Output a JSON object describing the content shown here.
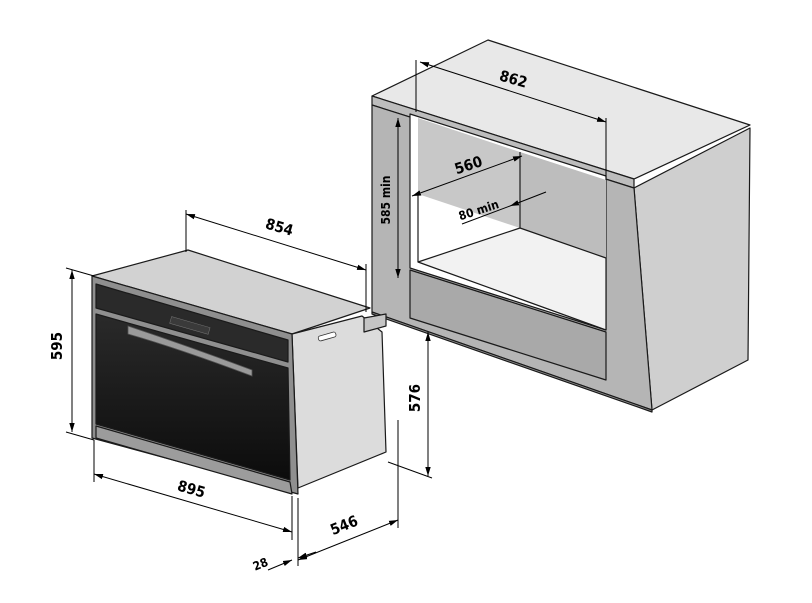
{
  "dimensions": {
    "cabinet_width": "862",
    "cutout_width": "560",
    "cutout_height": "585 min",
    "rear_gap": "80 min",
    "oven_width": "854",
    "oven_height": "595",
    "front_width": "895",
    "mount_height": "576",
    "depth": "546",
    "front_thickness": "28"
  },
  "colors": {
    "cabinet_top": "#e6e6e6",
    "cabinet_side": "#cfcfcf",
    "cabinet_front": "#b8b8b8",
    "cutout_back": "#c9c9c9",
    "oven_body": "#d8d8d8",
    "oven_glass": "#141414",
    "oven_trim": "#8a8a8a"
  }
}
